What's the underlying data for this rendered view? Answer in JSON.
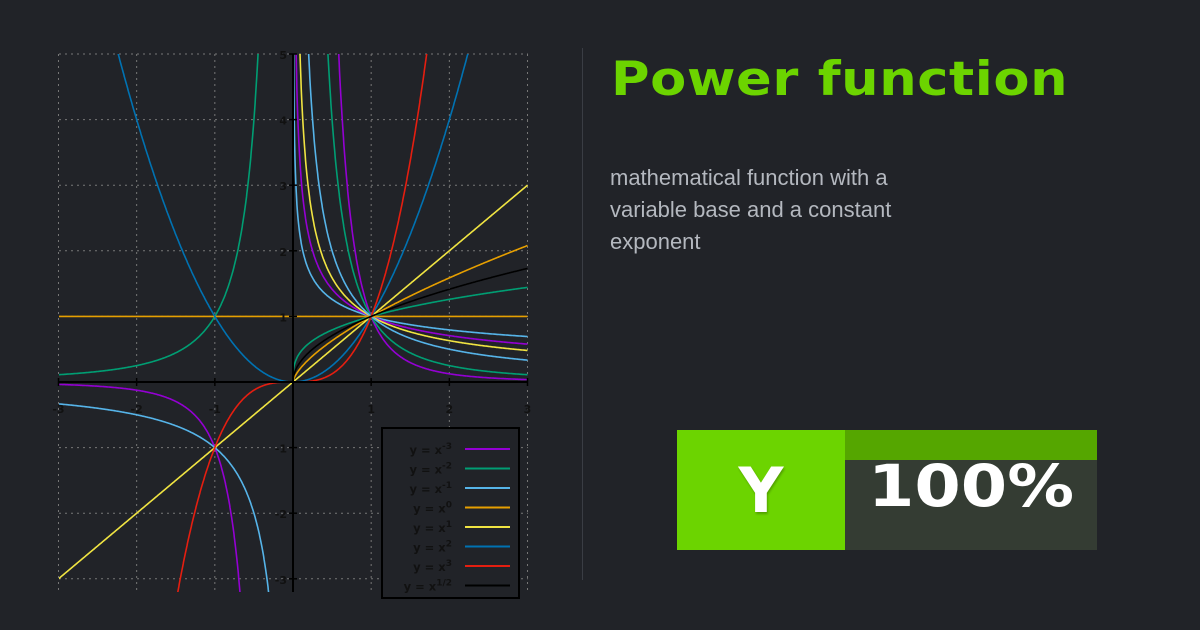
{
  "title": "Power function",
  "description": "mathematical function with a variable base and a constant exponent",
  "badge": {
    "letter": "Y",
    "value_label": "100%",
    "percent": 100,
    "color": "#6cd400",
    "fill_color": "#55a600"
  },
  "chart_data": {
    "type": "line",
    "xlim": [
      -3,
      3
    ],
    "ylim": [
      -3.2,
      5
    ],
    "x_ticks": [
      "-3",
      "-2",
      "-1",
      "1",
      "2",
      "3"
    ],
    "y_ticks": [
      "-3",
      "-2",
      "-1",
      "1",
      "2",
      "3",
      "4",
      "5"
    ],
    "grid": true,
    "legend_position": "bottom-right",
    "series": [
      {
        "name": "y = x",
        "sup": "-3",
        "exponent": -3,
        "color": "#9400d3",
        "negative_domain": true
      },
      {
        "name": "y = x",
        "sup": "-2",
        "exponent": -2,
        "color": "#009e73",
        "negative_domain": true
      },
      {
        "name": "y = x",
        "sup": "-1",
        "exponent": -1,
        "color": "#56b4e9",
        "negative_domain": true
      },
      {
        "name": "y = x",
        "sup": "0",
        "exponent": 0,
        "color": "#e69f00",
        "negative_domain": true
      },
      {
        "name": "y = x",
        "sup": "1",
        "exponent": 1,
        "color": "#f0e442",
        "negative_domain": true
      },
      {
        "name": "y = x",
        "sup": "2",
        "exponent": 2,
        "color": "#0072b2",
        "negative_domain": true
      },
      {
        "name": "y = x",
        "sup": "3",
        "exponent": 3,
        "color": "#e51e10",
        "negative_domain": true
      },
      {
        "name": "y = x",
        "sup": "1/2",
        "exponent": 0.5,
        "color": "#000000",
        "negative_domain": false
      }
    ],
    "extra_series": [
      {
        "exponent": 0.6667,
        "color": "#e69f00"
      },
      {
        "exponent": 0.3333,
        "color": "#009e73"
      },
      {
        "exponent": -0.3333,
        "color": "#56b4e9"
      },
      {
        "exponent": -0.5,
        "color": "#9400d3"
      },
      {
        "exponent": -0.6667,
        "color": "#f0e442"
      }
    ]
  }
}
